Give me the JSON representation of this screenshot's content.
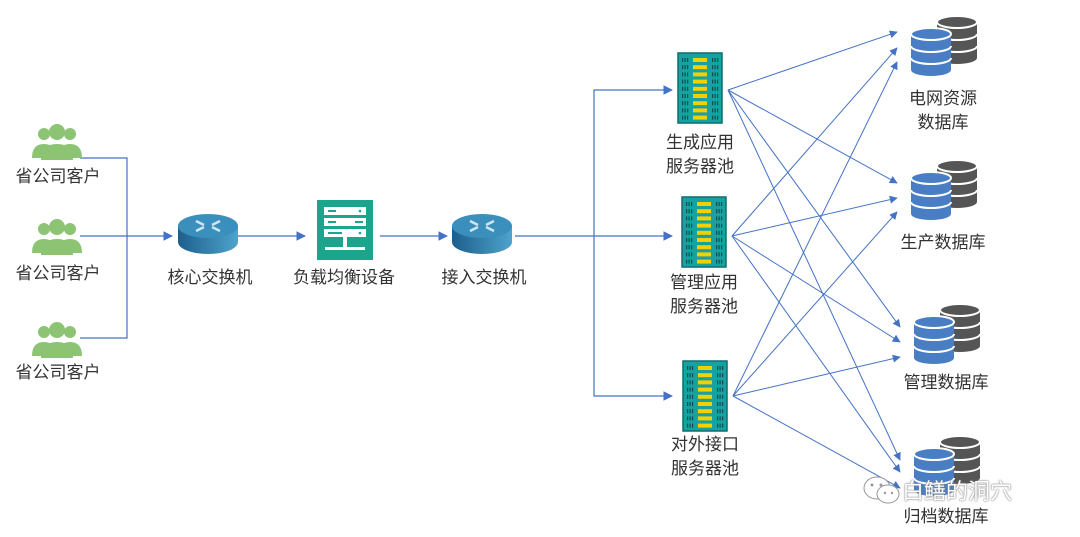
{
  "clients": [
    {
      "label": "省公司客户"
    },
    {
      "label": "省公司客户"
    },
    {
      "label": "省公司客户"
    }
  ],
  "core_switch": {
    "label": "核心交换机"
  },
  "load_balancer": {
    "label": "负载均衡设备"
  },
  "access_switch": {
    "label": "接入交换机"
  },
  "server_pools": [
    {
      "line1": "生成应用",
      "line2": "服务器池"
    },
    {
      "line1": "管理应用",
      "line2": "服务器池"
    },
    {
      "line1": "对外接口",
      "line2": "服务器池"
    }
  ],
  "databases": [
    {
      "line1": "电网资源",
      "line2": "数据库"
    },
    {
      "line1": "生产数据库",
      "line2": ""
    },
    {
      "line1": "管理数据库",
      "line2": ""
    },
    {
      "line1": "归档数据库",
      "line2": ""
    }
  ],
  "watermark": {
    "icon": "wechat-icon",
    "text": "白鳝的洞穴"
  },
  "colors": {
    "line": "#4472c4",
    "client_icon": "#8cc474",
    "switch": "#2f7fa8",
    "load_balancer": "#1aa58c",
    "server": "#17a2a2",
    "server_slot": "#f5d000",
    "db_front": "#4a7ec4",
    "db_back": "#555555",
    "text": "#333333"
  }
}
